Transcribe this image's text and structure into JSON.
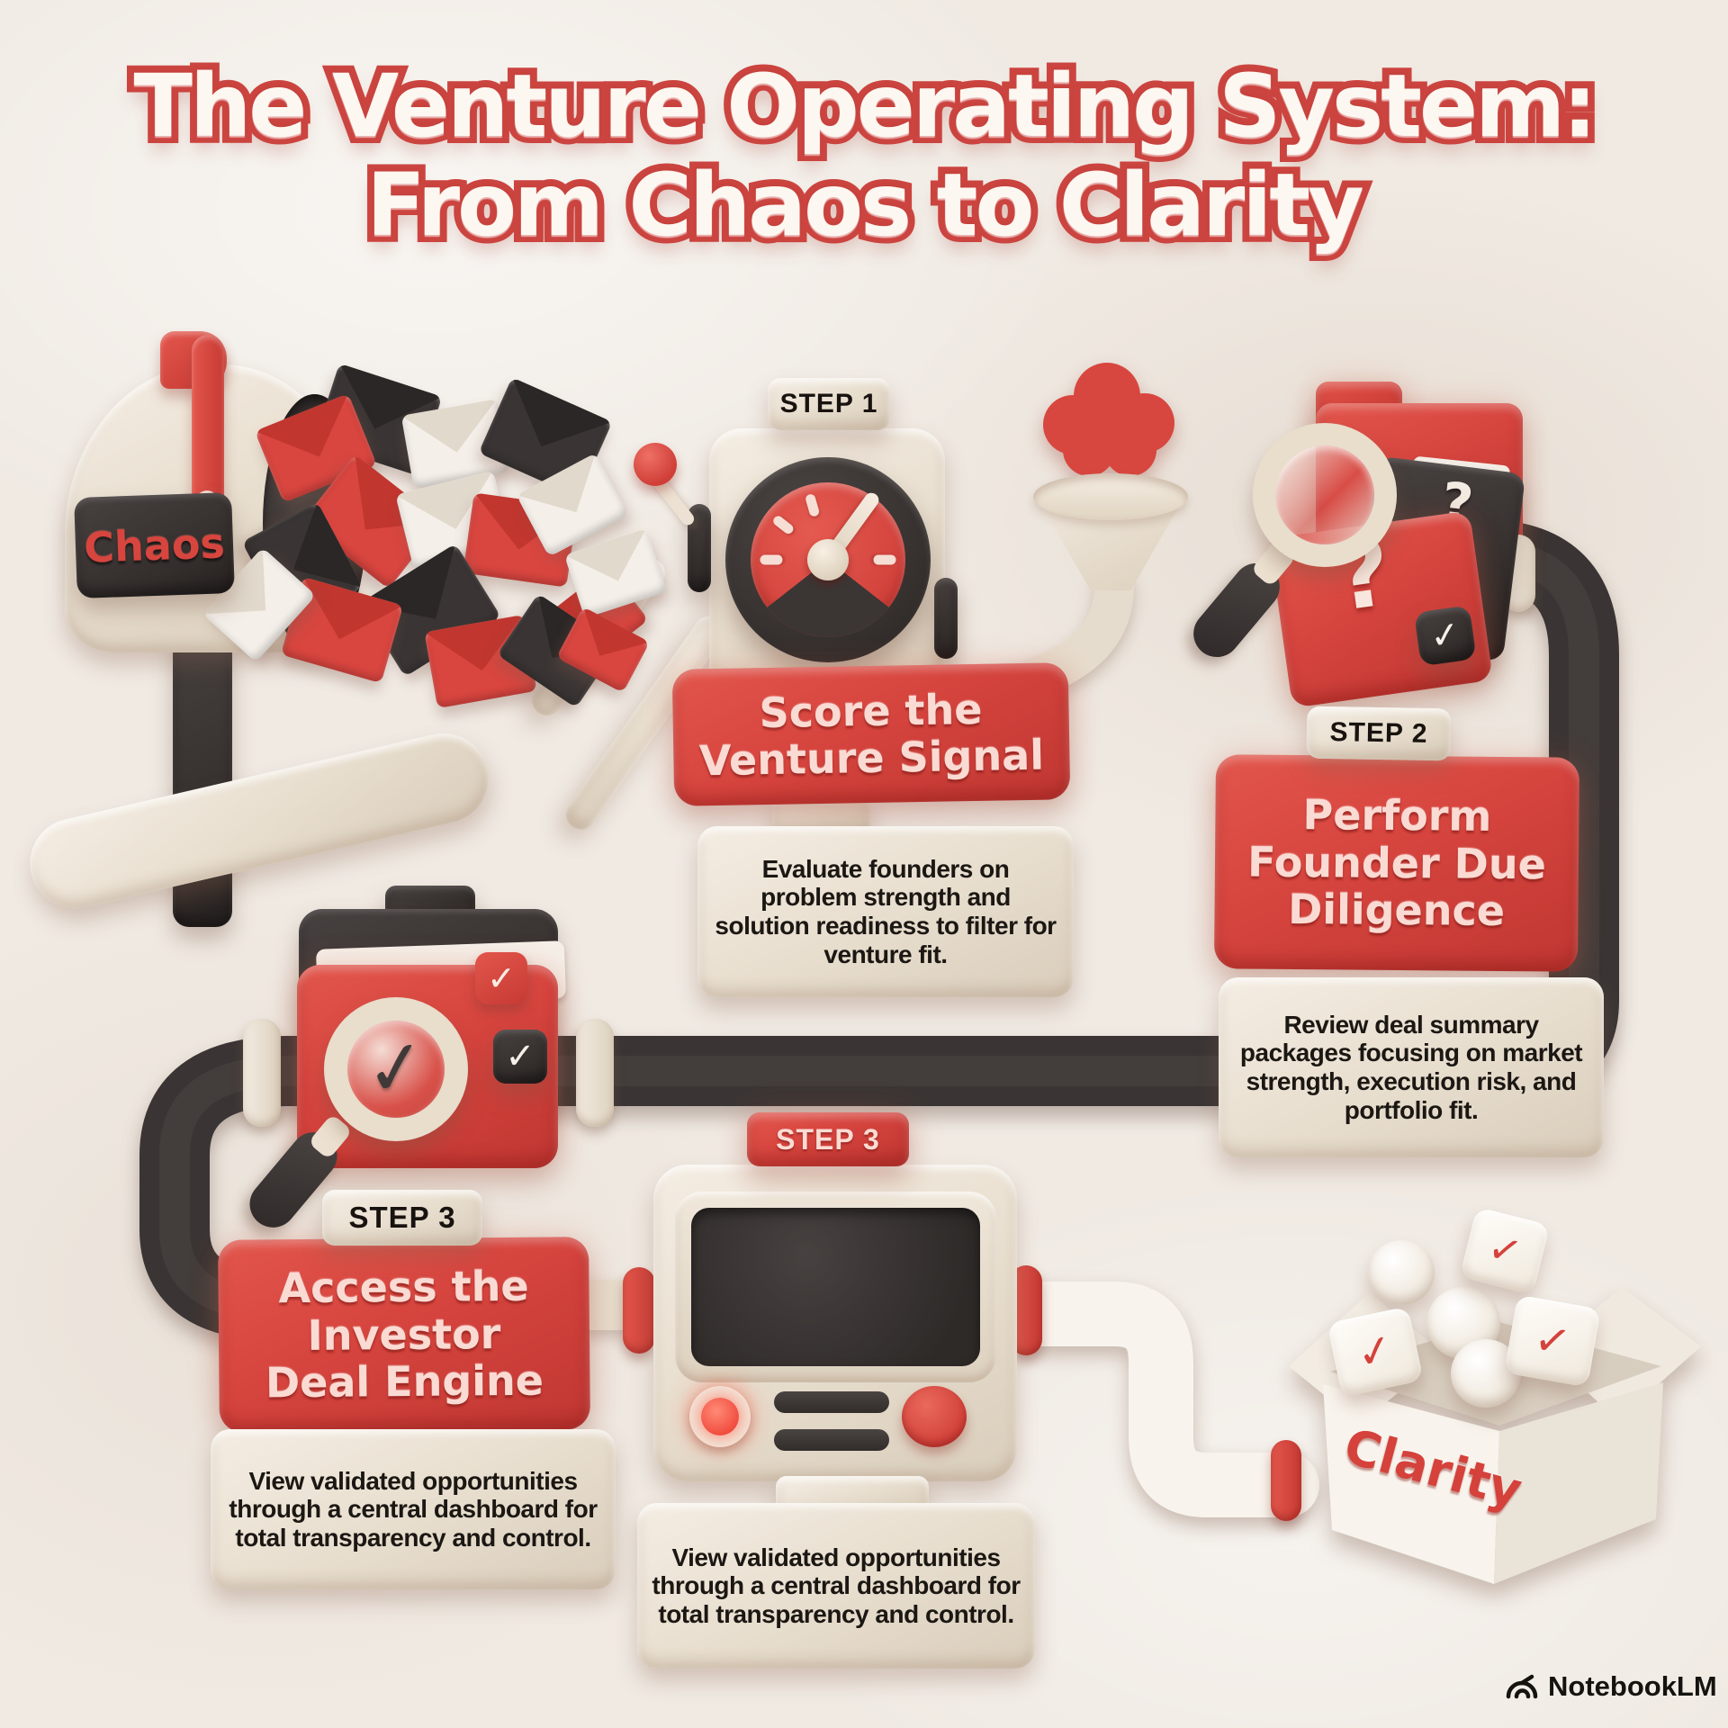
{
  "title": {
    "line1": "The Venture Operating System:",
    "line2": "From Chaos to Clarity"
  },
  "chaos_label": "Chaos",
  "clarity_label": "Clarity",
  "steps": {
    "step1": {
      "chip": "STEP 1",
      "heading_lines": [
        "Score the",
        "Venture Signal"
      ],
      "description": "Evaluate founders on problem strength and solution readiness to filter for venture fit."
    },
    "step2": {
      "chip": "STEP 2",
      "heading_lines": [
        "Perform",
        "Founder Due",
        "Diligence"
      ],
      "description": "Review deal summary packages focusing on market strength, execution risk, and portfolio fit."
    },
    "step3": {
      "chip": "STEP 3",
      "heading_lines": [
        "Access the",
        "Investor",
        "Deal Engine"
      ],
      "description": "View validated opportunities through a central dashboard for total transparency and control."
    },
    "step3_monitor": {
      "chip": "STEP 3",
      "description": "View validated opportunities through a central dashboard for total transparency and control."
    }
  },
  "icons": {
    "question_mark": "?",
    "check": "✓"
  },
  "watermark": "NotebookLM",
  "colors": {
    "background": "#f0eae3",
    "red": "#d7453f",
    "red_deep": "#c23833",
    "cream": "#e9e0d3",
    "dark": "#3a3534",
    "banner_text": "#fadbd3",
    "text": "#1b1713",
    "chaos_text": "#d7453f"
  }
}
